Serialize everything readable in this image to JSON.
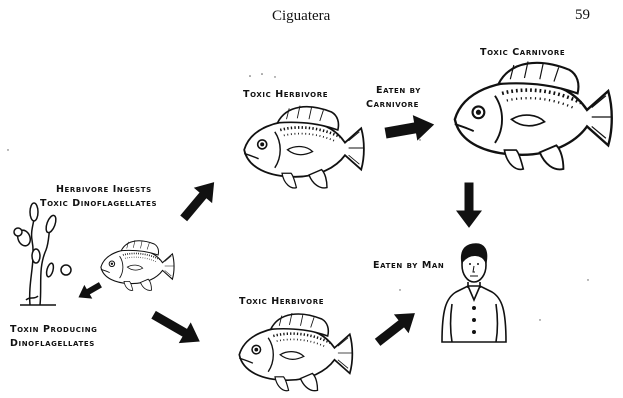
{
  "header": {
    "title": "Ciguatera",
    "page_number": "59"
  },
  "labels": {
    "herbivore_ingests_line1": "Herbivore Ingests",
    "herbivore_ingests_line2": "Toxic Dinoflagellates",
    "toxic_herbivore_top": "Toxic Herbivore",
    "eaten_by_carnivore_line1": "Eaten by",
    "eaten_by_carnivore_line2": "Carnivore",
    "toxic_carnivore": "Toxic Carnivore",
    "eaten_by_man": "Eaten by Man",
    "toxic_herbivore_bottom": "Toxic Herbivore",
    "toxin_producing_line1": "Toxin Producing",
    "toxin_producing_line2": "Dinoflagellates"
  },
  "colors": {
    "ink": "#111111",
    "paper": "#ffffff"
  }
}
